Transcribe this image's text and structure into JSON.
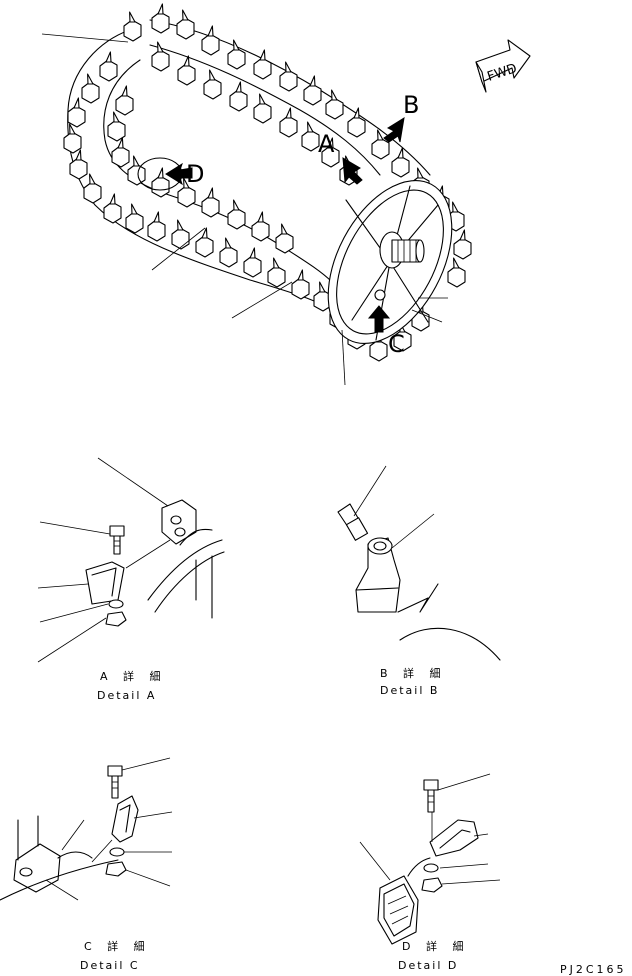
{
  "labels": {
    "a": "A",
    "b": "B",
    "c": "C",
    "d": "D",
    "fwd": "FWD"
  },
  "captions": {
    "detail_a_jp": "A 詳 細",
    "detail_a_en": "Detail A",
    "detail_b_jp": "B 詳 細",
    "detail_b_en": "Detail B",
    "detail_c_jp": "C 詳 細",
    "detail_c_en": "Detail C",
    "detail_d_jp": "D 詳 細",
    "detail_d_en": "Detail D"
  },
  "drawing_code": "PJ2C165"
}
